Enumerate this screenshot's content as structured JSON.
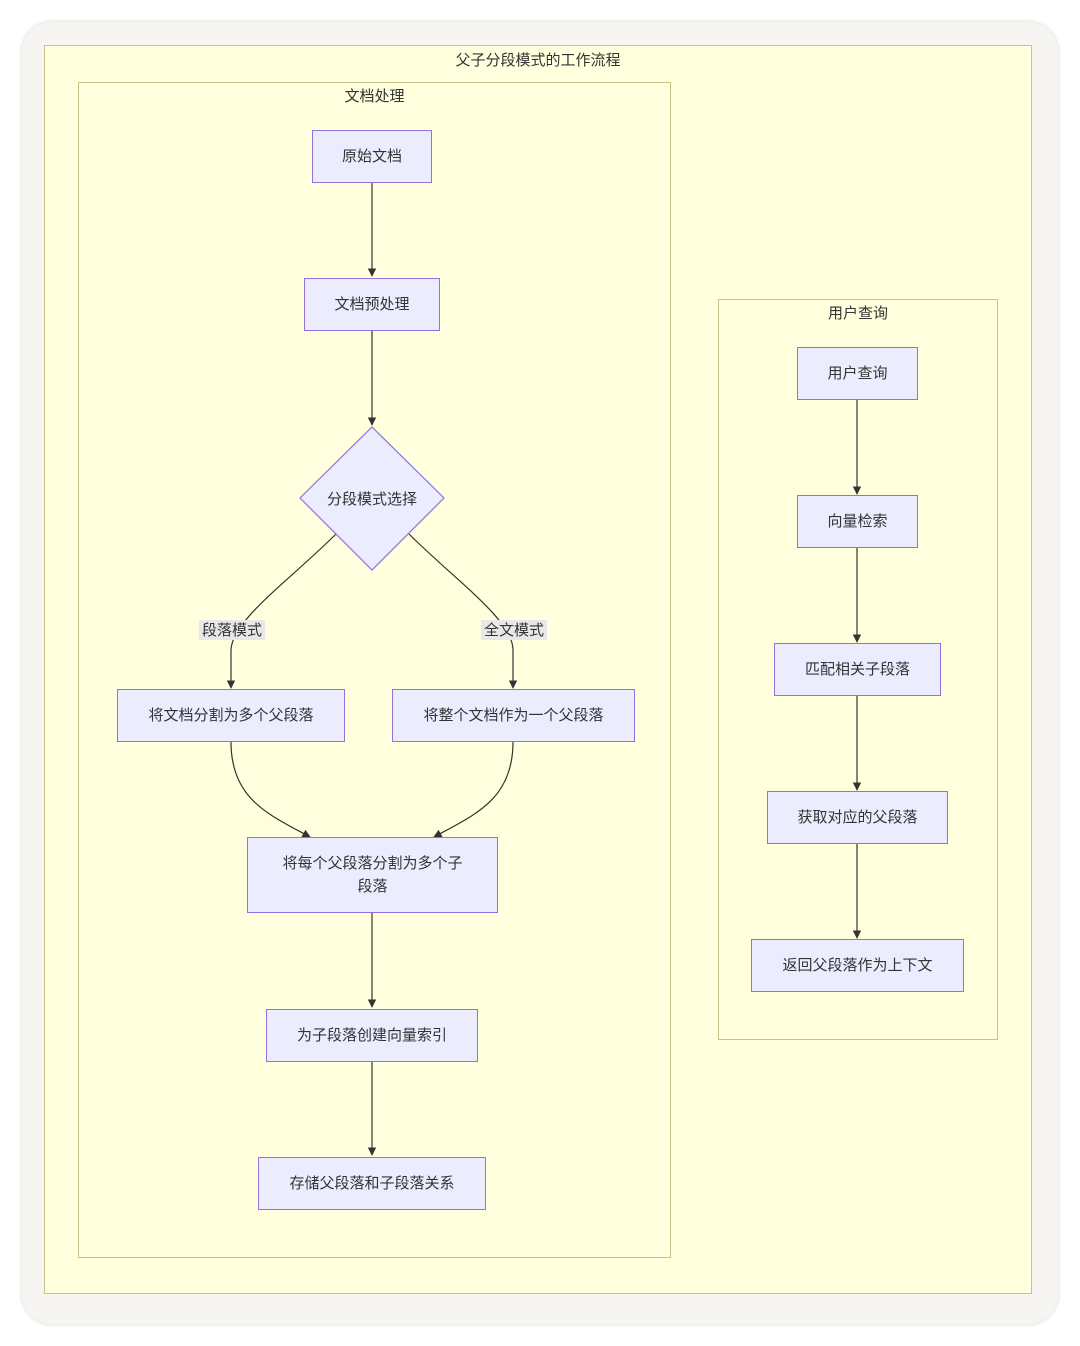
{
  "diagram": {
    "title": "父子分段模式的工作流程",
    "clusters": {
      "doc": {
        "title": "文档处理"
      },
      "query": {
        "title": "用户查询"
      }
    },
    "nodes": {
      "raw_doc": "原始文档",
      "preprocess": "文档预处理",
      "mode_select": "分段模式选择",
      "split_parents": "将文档分割为多个父段落",
      "whole_parent": "将整个文档作为一个父段落",
      "split_children_line1": "将每个父段落分割为多个子",
      "split_children_line2": "段落",
      "vector_index": "为子段落创建向量索引",
      "store_relation": "存储父段落和子段落关系",
      "user_query": "用户查询",
      "vector_search": "向量检索",
      "match_children": "匹配相关子段落",
      "get_parents": "获取对应的父段落",
      "return_context": "返回父段落作为上下文"
    },
    "edge_labels": {
      "paragraph_mode": "段落模式",
      "fulltext_mode": "全文模式"
    },
    "colors": {
      "cluster_fill": "#ffffde",
      "cluster_border": "#c7c48a",
      "node_fill": "#ececff",
      "node_border": "#9370db",
      "edge": "#333333"
    }
  }
}
